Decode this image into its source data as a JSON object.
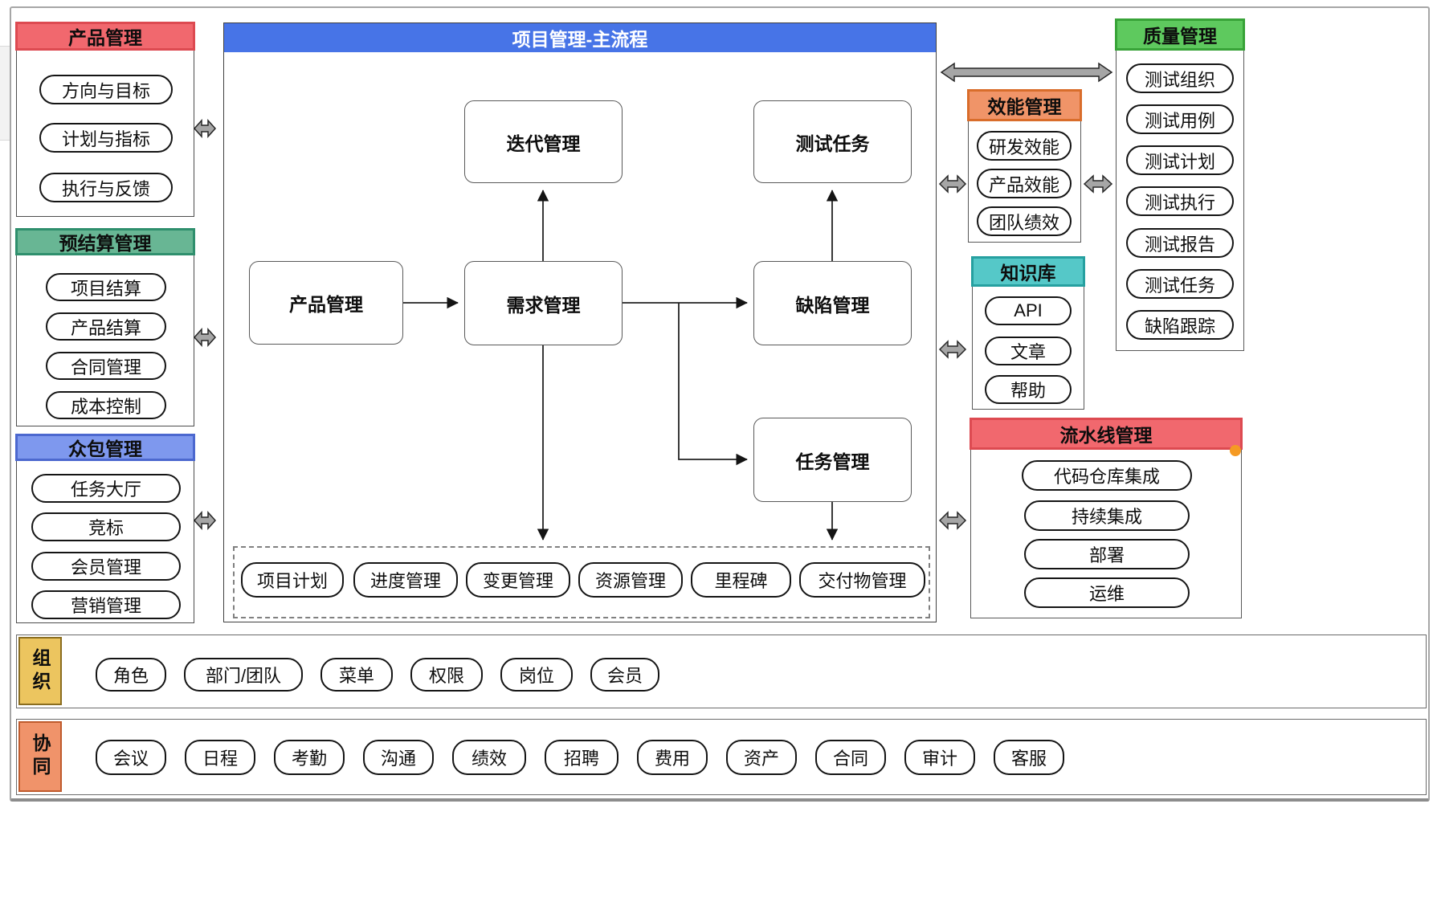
{
  "left_sections": [
    {
      "title": "产品管理",
      "items": [
        "方向与目标",
        "计划与指标",
        "执行与反馈"
      ]
    },
    {
      "title": "预结算管理",
      "items": [
        "项目结算",
        "产品结算",
        "合同管理",
        "成本控制"
      ]
    },
    {
      "title": "众包管理",
      "items": [
        "任务大厅",
        "竞标",
        "会员管理",
        "营销管理"
      ]
    }
  ],
  "main": {
    "title": "项目管理-主流程",
    "nodes": {
      "iteration": "迭代管理",
      "test_task": "测试任务",
      "product": "产品管理",
      "requirement": "需求管理",
      "defect": "缺陷管理",
      "task": "任务管理"
    },
    "sub_items": [
      "项目计划",
      "进度管理",
      "变更管理",
      "资源管理",
      "里程碑",
      "交付物管理"
    ]
  },
  "right_sections": [
    {
      "title": "效能管理",
      "items": [
        "研发效能",
        "产品效能",
        "团队绩效"
      ]
    },
    {
      "title": "知识库",
      "items": [
        "API",
        "文章",
        "帮助"
      ]
    },
    {
      "title": "流水线管理",
      "items": [
        "代码仓库集成",
        "持续集成",
        "部署",
        "运维"
      ]
    }
  ],
  "quality_section": {
    "title": "质量管理",
    "items": [
      "测试组织",
      "测试用例",
      "测试计划",
      "测试执行",
      "测试报告",
      "测试任务",
      "缺陷跟踪"
    ]
  },
  "bottom_rows": [
    {
      "label": "组织",
      "items": [
        "角色",
        "部门/团队",
        "菜单",
        "权限",
        "岗位",
        "会员"
      ]
    },
    {
      "label": "协同",
      "items": [
        "会议",
        "日程",
        "考勤",
        "沟通",
        "绩效",
        "招聘",
        "费用",
        "资产",
        "合同",
        "审计",
        "客服"
      ]
    }
  ],
  "colors": {
    "header_red": "#f1686e",
    "header_green": "#68b694",
    "header_blue": "#7e98ee",
    "header_main_blue": "#4774e7",
    "header_orange": "#f09468",
    "header_teal": "#55c8c8",
    "header_bright_green": "#5ec95e",
    "label_yellow": "#ecc55f",
    "label_orange": "#f0936a",
    "arrow_gray": "#a6a6a6",
    "marker_dot_orange": "#f59a23"
  }
}
